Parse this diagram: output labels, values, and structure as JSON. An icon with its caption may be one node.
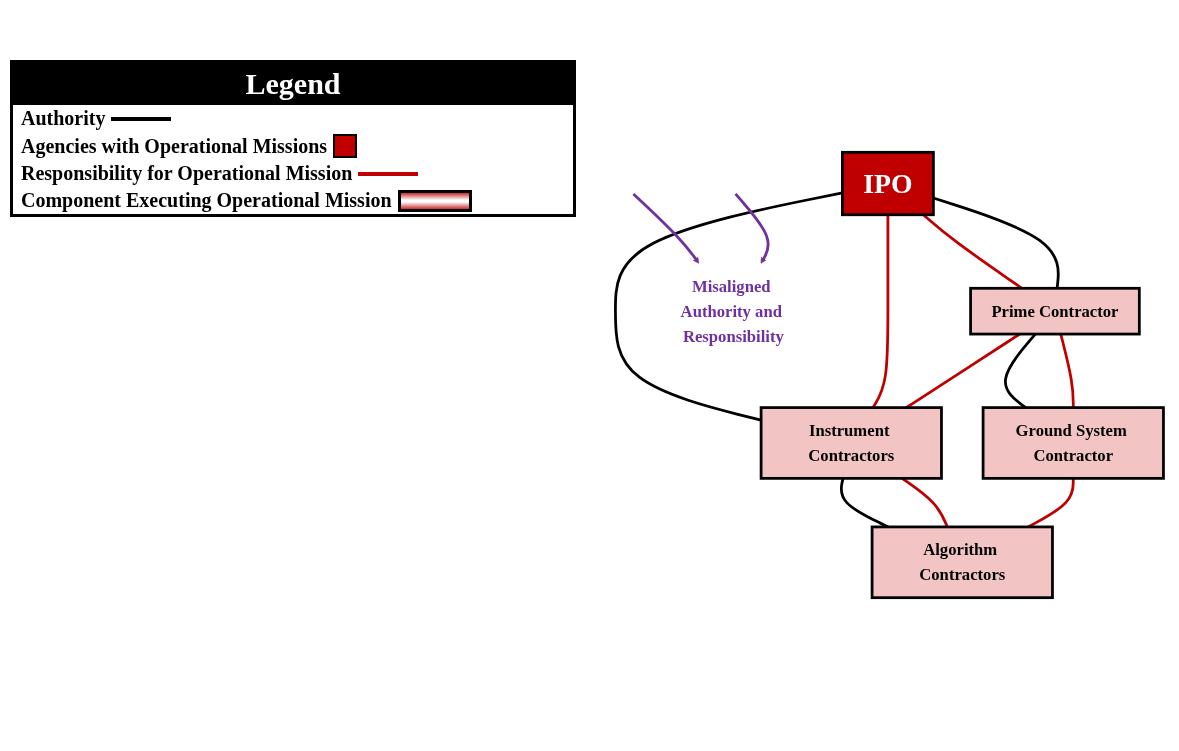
{
  "diagram": {
    "nodes": [
      {
        "text": [
          "IPO"
        ]
      },
      {
        "text": [
          "Prime Contractor"
        ]
      },
      {
        "text": [
          "Instrument Contractors"
        ]
      },
      {
        "text": [
          "Ground System Contractor"
        ]
      },
      {
        "text": [
          "Algorithm Contractors"
        ]
      },
      {
        "text": [
          "Misaligned Authority and Responsibility"
        ]
      }
    ],
    "edges": [
      {
        "from": 0,
        "to": 1,
        "arrow": "none",
        "color": "#c00000"
      },
      {
        "from": 0,
        "to": 1,
        "arrow": "none",
        "color": "#000000"
      },
      {
        "from": 0,
        "to": 2,
        "arrow": "none",
        "color": "#000000"
      },
      {
        "from": 0,
        "to": 2,
        "arrow": "none",
        "color": "#c00000"
      },
      {
        "from": 1,
        "to": 2,
        "arrow": "none",
        "color": "#c00000"
      },
      {
        "from": 1,
        "to": 3,
        "arrow": "none",
        "color": "#000000"
      },
      {
        "from": 1,
        "to": 3,
        "arrow": "none",
        "color": "#c00000"
      },
      {
        "from": 2,
        "to": 4,
        "arrow": "none",
        "color": "#000000"
      },
      {
        "from": 2,
        "to": 4,
        "arrow": "none",
        "color": "#c00000"
      },
      {
        "from": 3,
        "to": 4,
        "arrow": "none",
        "color": "#c00000"
      },
      {
        "from": null,
        "to": 5,
        "arrow": "to",
        "color": "#7030a0"
      },
      {
        "from": null,
        "to": 5,
        "arrow": "to",
        "color": "#7030a0"
      }
    ],
    "labels": [
      "Legend"
    ],
    "legend": [
      {
        "text": "Authority"
      },
      {
        "text": "Agencies with Operational Missions",
        "color": "#c00000"
      },
      {
        "text": "Responsibility for Operational Mission"
      },
      {
        "text": "Component Executing Operational Mission"
      }
    ]
  }
}
